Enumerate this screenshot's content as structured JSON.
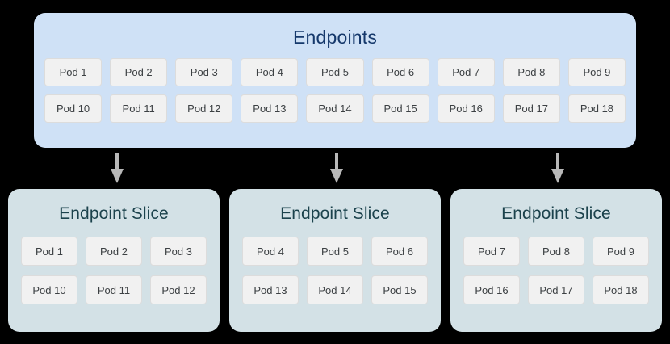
{
  "diagram": {
    "background_color": "#000000",
    "endpoints": {
      "title": "Endpoints",
      "panel_color": "#cfe1f6",
      "title_color": "#15386b",
      "rows": [
        [
          "Pod 1",
          "Pod 2",
          "Pod 3",
          "Pod 4",
          "Pod 5",
          "Pod 6",
          "Pod 7",
          "Pod 8",
          "Pod 9"
        ],
        [
          "Pod 10",
          "Pod 11",
          "Pod 12",
          "Pod 13",
          "Pod 14",
          "Pod 15",
          "Pod 16",
          "Pod 17",
          "Pod 18"
        ]
      ]
    },
    "arrows": [
      {
        "name": "arrow-down-1",
        "direction": "down",
        "color": "#b8b8b8"
      },
      {
        "name": "arrow-down-2",
        "direction": "down",
        "color": "#b8b8b8"
      },
      {
        "name": "arrow-down-3",
        "direction": "down",
        "color": "#b8b8b8"
      }
    ],
    "slices": [
      {
        "title": "Endpoint Slice",
        "panel_color": "#d3e1e6",
        "title_color": "#1b424c",
        "rows": [
          [
            "Pod 1",
            "Pod 2",
            "Pod 3"
          ],
          [
            "Pod 10",
            "Pod 11",
            "Pod 12"
          ]
        ]
      },
      {
        "title": "Endpoint Slice",
        "panel_color": "#d3e1e6",
        "title_color": "#1b424c",
        "rows": [
          [
            "Pod 4",
            "Pod 5",
            "Pod 6"
          ],
          [
            "Pod 13",
            "Pod 14",
            "Pod 15"
          ]
        ]
      },
      {
        "title": "Endpoint Slice",
        "panel_color": "#d3e1e6",
        "title_color": "#1b424c",
        "rows": [
          [
            "Pod 7",
            "Pod 8",
            "Pod 9"
          ],
          [
            "Pod 16",
            "Pod 17",
            "Pod 18"
          ]
        ]
      }
    ],
    "pod_box": {
      "fill_color": "#f1f1f1",
      "border_color": "#dcdcdc",
      "text_color": "#3c4043"
    }
  }
}
